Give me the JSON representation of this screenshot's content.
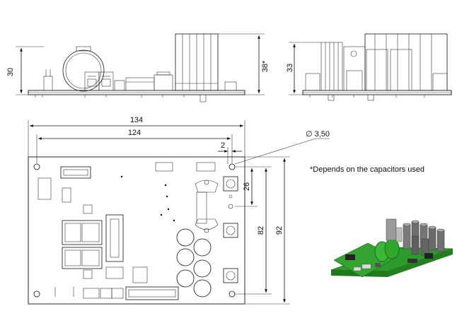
{
  "dimensions": {
    "side_height_left": "30",
    "side_height_caps": "38*",
    "front_height": "33",
    "board_width": "134",
    "hole_span_x": "124",
    "hole_offset": "2",
    "hole_diameter": "∅ 3,50",
    "hole_pitch_26": "26",
    "hole_span_y": "82",
    "board_height": "92"
  },
  "note": "*Depends on the capacitors used",
  "colors": {
    "line": "#111111",
    "pcb_green": "#2e9a2b",
    "component_gray": "#8a8a8a"
  }
}
